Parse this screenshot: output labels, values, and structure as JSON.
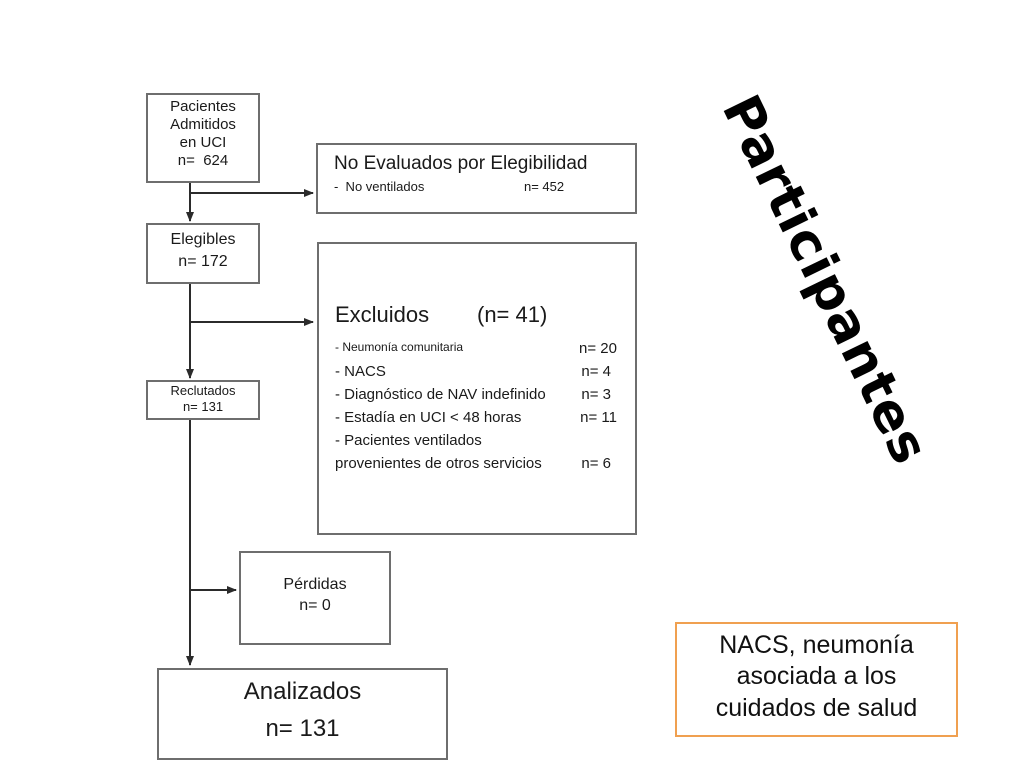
{
  "title": "Participantes",
  "boxes": {
    "admitted": {
      "lines": [
        "Pacientes",
        "Admitidos",
        "en UCI",
        "n=  624"
      ]
    },
    "not_evaluated": {
      "heading": "No Evaluados por Elegibilidad",
      "item_label": "-  No ventilados",
      "item_value": "n= 452"
    },
    "eligible": {
      "lines": [
        "Elegibles",
        "n= 172"
      ]
    },
    "excluded": {
      "heading": "Excluidos",
      "heading_count": "(n= 41)",
      "items": [
        {
          "label": "- Neumonía comunitaria",
          "value": "n= 20"
        },
        {
          "label": "- NACS",
          "value": "n= 4"
        },
        {
          "label": "- Diagnóstico de NAV indefinido",
          "value": "n= 3"
        },
        {
          "label": "- Estadía en UCI < 48 horas",
          "value": "n= 11"
        }
      ],
      "last_item_line1": "- Pacientes ventilados",
      "last_item_line2": "provenientes de otros servicios",
      "last_item_value": "n= 6"
    },
    "recruited": {
      "lines": [
        "Reclutados",
        "n= 131"
      ]
    },
    "losses": {
      "lines": [
        "Pérdidas",
        "n= 0"
      ]
    },
    "analyzed": {
      "lines": [
        "Analizados",
        "n= 131"
      ]
    }
  },
  "note": {
    "lines": [
      "NACS, neumonía",
      "asociada a los",
      "cuidados de salud"
    ]
  },
  "colors": {
    "box_border": "#6e6e6e",
    "connector": "#2b2b2b",
    "note_border": "#f0a050"
  }
}
